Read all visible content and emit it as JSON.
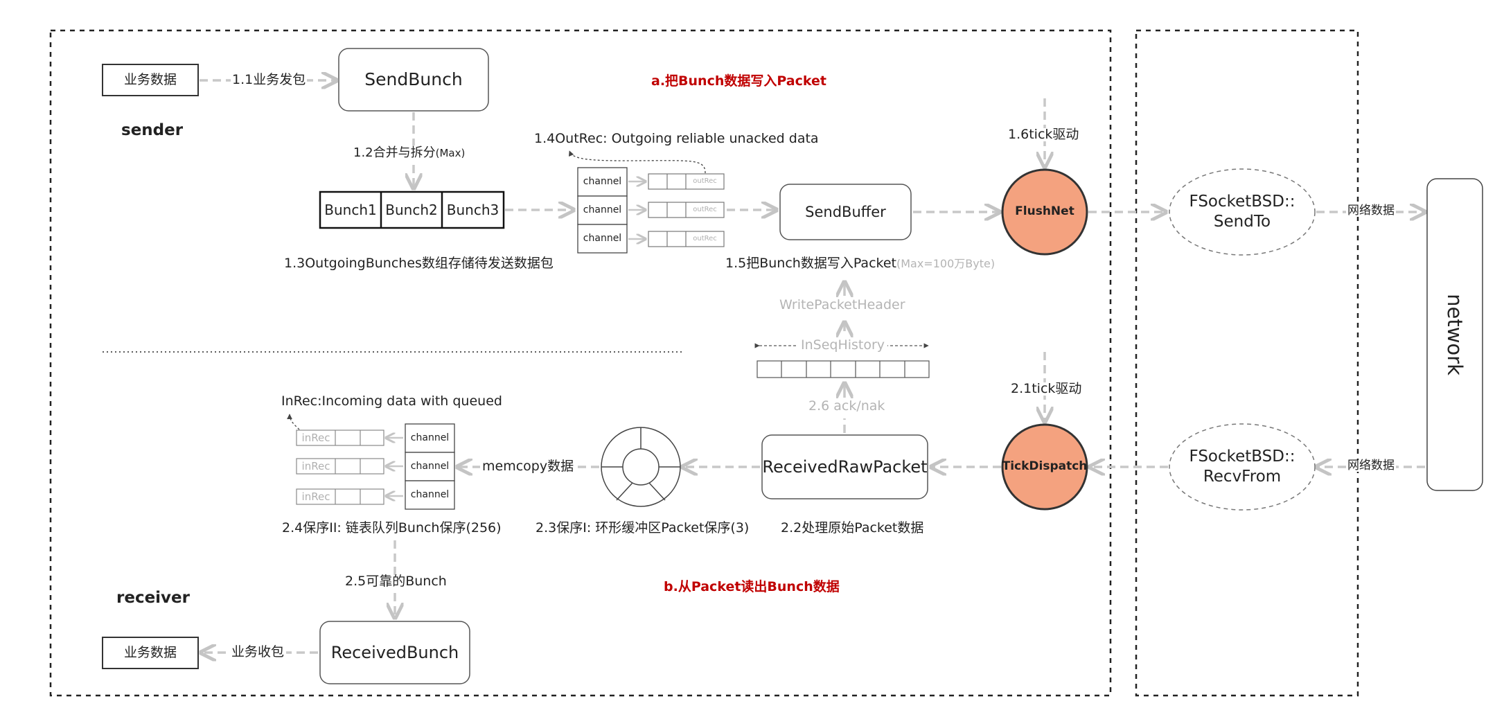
{
  "boxes": {
    "biz_data_top": "业务数据",
    "send_bunch": "SendBunch",
    "bunch1": "Bunch1",
    "bunch2": "Bunch2",
    "bunch3": "Bunch3",
    "send_buffer": "SendBuffer",
    "flush_net": "FlushNet",
    "send_to": "FSocketBSD::\nSendTo",
    "network": "network",
    "recv_from": "FSocketBSD::\nRecvFrom",
    "tick_dispatch": "TickDispatch",
    "received_raw_packet": "ReceivedRawPacket",
    "received_bunch": "ReceivedBunch",
    "biz_data_bottom": "业务数据",
    "channel": "channel",
    "out_rec": "outRec",
    "in_rec": "inRec"
  },
  "section_labels": {
    "sender": "sender",
    "receiver": "receiver",
    "title_a": "a.把Bunch数据写入Packet",
    "title_b": "b.从Packet读出Bunch数据"
  },
  "edge_labels": {
    "s1_1": "1.1业务发包",
    "s1_2": "1.2合并与拆分",
    "s1_2_note": "(Max)",
    "s1_3": "1.3OutgoingBunches数组存储待发送数据包",
    "s1_4": "1.4OutRec: Outgoing reliable unacked data",
    "s1_5": "1.5把Bunch数据写入Packet",
    "s1_5_note": "(Max=100万Byte)",
    "s1_6": "1.6tick驱动",
    "write_header": "WritePacketHeader",
    "in_seq_history": "InSeqHistory",
    "net_data_top": "网络数据",
    "net_data_bottom": "网络数据",
    "s2_1": "2.1tick驱动",
    "s2_2": "2.2处理原始Packet数据",
    "s2_3": "2.3保序I: 环形缓冲区Packet保序(3)",
    "s2_4": "2.4保序II: 链表队列Bunch保序(256)",
    "s2_5": "2.5可靠的Bunch",
    "s2_6": "2.6 ack/nak",
    "memcopy": "memcopy数据",
    "in_rec_note": "InRec:Incoming data with queued",
    "biz_recv": "业务收包"
  },
  "colors": {
    "accent_red": "#c00000",
    "node_orange": "#f4a27f",
    "arrow_gray": "#c8c8c8",
    "faint_text": "#b4b4b4"
  }
}
